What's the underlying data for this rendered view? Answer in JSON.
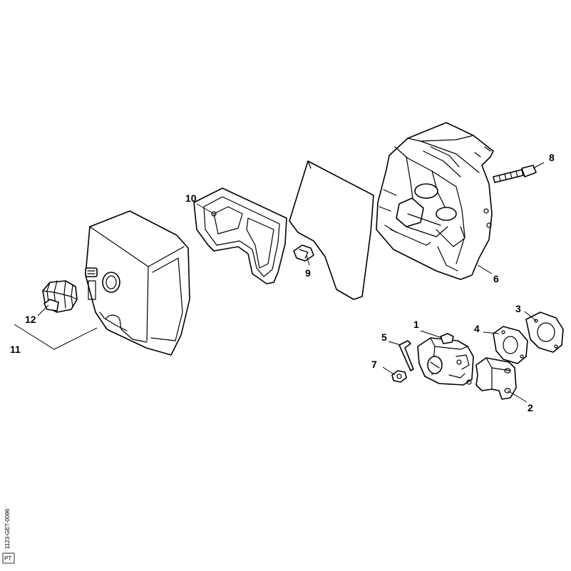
{
  "diagram": {
    "callouts": {
      "c1": "1",
      "c2": "2",
      "c3": "3",
      "c4": "4",
      "c5": "5",
      "c6": "6",
      "c7": "7",
      "c8": "8",
      "c9": "9",
      "c10": "10",
      "c11": "11",
      "c12": "12"
    },
    "doc_code": "1123-GET-0096",
    "doc_badge": "PT"
  },
  "colors": {
    "line": "#000000",
    "background": "#ffffff"
  }
}
